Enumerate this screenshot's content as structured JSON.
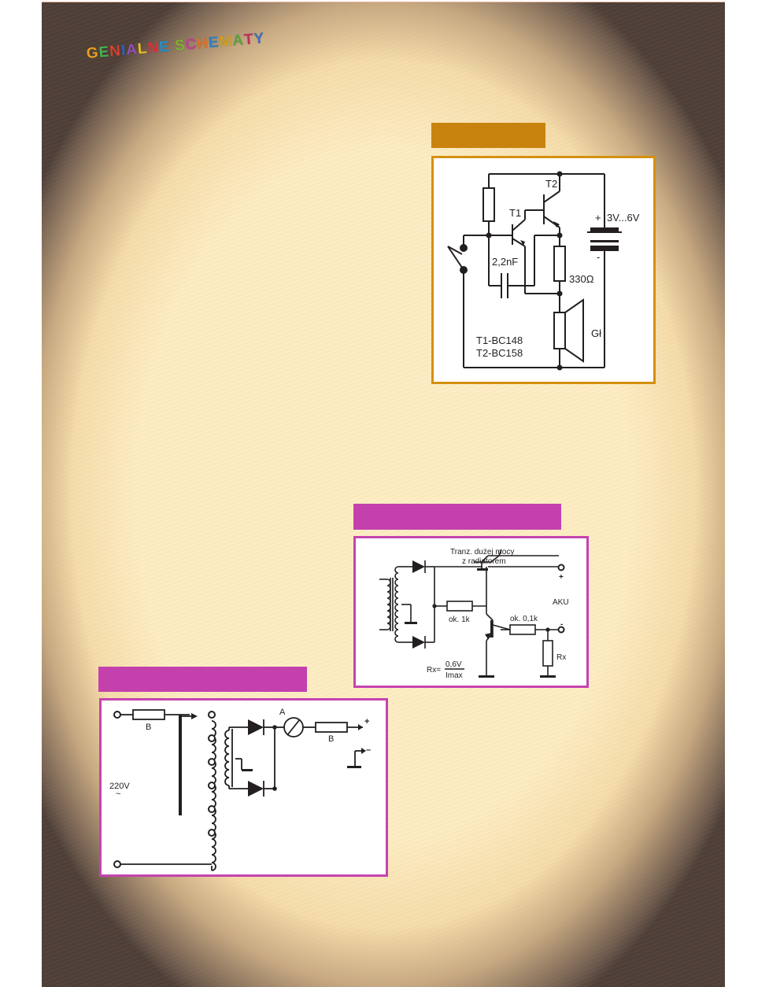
{
  "header": {
    "logo_text": "GENIALNE SCHEMATY",
    "logo_colors": [
      "#e8a020",
      "#48b050",
      "#d84030",
      "#3060c0",
      "#9050b0",
      "#e8c020",
      "#e0303a",
      "#2090d0",
      "#80b030",
      "#c04090",
      "#e07020",
      "#3080c0",
      "#d0a020",
      "#60a040",
      "#c03060",
      "#4070c0",
      "#d08020"
    ]
  },
  "colors": {
    "banner_orange": "#c8830e",
    "banner_magenta": "#c441ad",
    "frame_orange": "#d4900f",
    "frame_magenta": "#c444b0",
    "ink": "#231f20"
  },
  "diagram1": {
    "labels": {
      "t2": "T2",
      "t1": "T1",
      "plus": "+",
      "supply": "3V...6V",
      "minus": "-",
      "cap": "2,2nF",
      "res": "330Ω",
      "speaker": "Gł",
      "part1": "T1-BC148",
      "part2": "T2-BC158"
    }
  },
  "diagram2": {
    "labels": {
      "tr_line1": "Tranz. dużej mocy",
      "tr_line2": "z radiatorem",
      "plus": "+",
      "aku": "AKU",
      "r1": "ok. 1k",
      "r2": "ok. 0,1k",
      "minus": "-",
      "rx": "Rx",
      "formula_lhs": "Rx=",
      "formula_num": "0,6V",
      "formula_den": "Imax"
    }
  },
  "diagram3": {
    "labels": {
      "fuse1": "B",
      "mains": "220V",
      "tilde": "~",
      "meter": "A",
      "fuse2": "B",
      "plus": "+",
      "minus": "–"
    }
  }
}
